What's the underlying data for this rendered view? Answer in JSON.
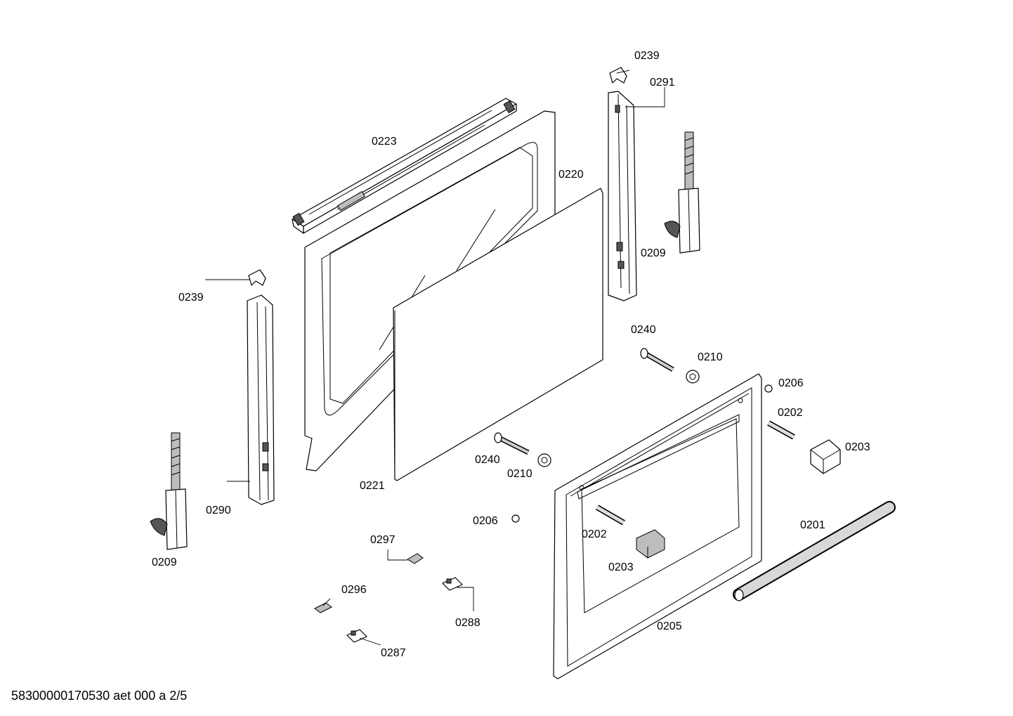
{
  "labels": {
    "l0239_top": "0239",
    "l0291": "0291",
    "l0223": "0223",
    "l0220": "0220",
    "l0209_right": "0209",
    "l0239_left": "0239",
    "l0240_top": "0240",
    "l0210_top": "0210",
    "l0206_right": "0206",
    "l0202_right": "0202",
    "l0203_right": "0203",
    "l0240_mid": "0240",
    "l0210_mid": "0210",
    "l0221": "0221",
    "l0290": "0290",
    "l0206_mid": "0206",
    "l0297": "0297",
    "l0202_mid": "0202",
    "l0203_mid": "0203",
    "l0201": "0201",
    "l0209_left": "0209",
    "l0296": "0296",
    "l0288": "0288",
    "l0205": "0205",
    "l0287": "0287"
  },
  "footer": "58300000170530 aet 000 a 2/5"
}
